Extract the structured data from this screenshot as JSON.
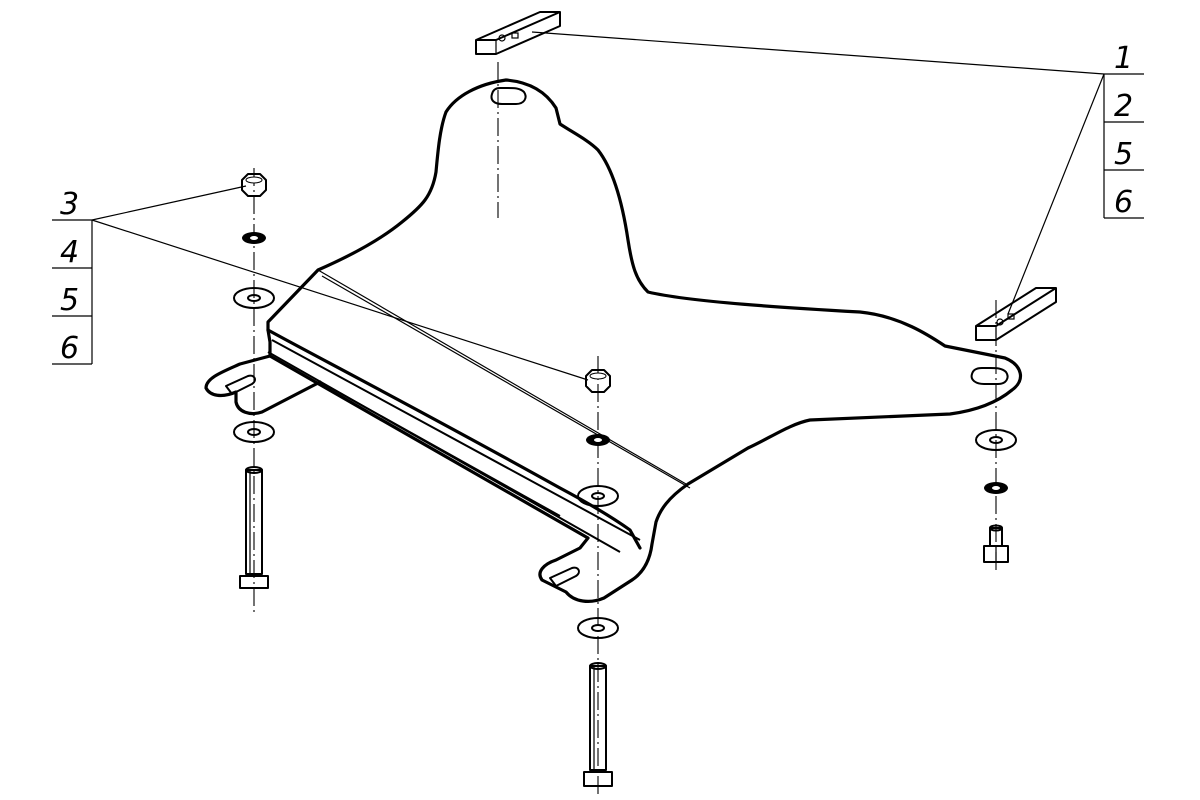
{
  "callouts": {
    "right_group": [
      "1",
      "2",
      "5",
      "6"
    ],
    "left_group": [
      "3",
      "4",
      "5",
      "6"
    ]
  }
}
